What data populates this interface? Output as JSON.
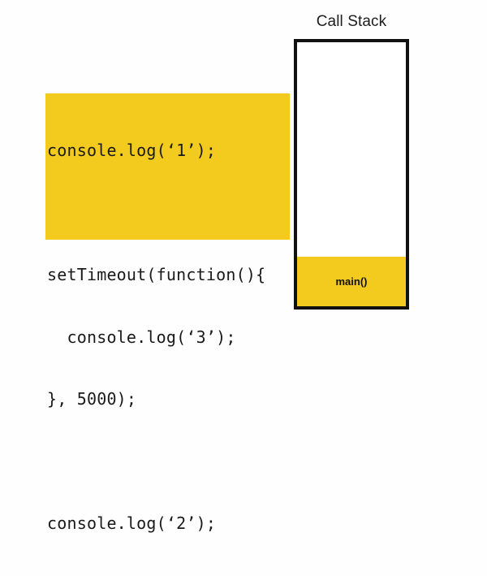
{
  "slide": {
    "background_color": "#fffeff",
    "accent_color": "#f2cb1e",
    "outline_color": "#111111"
  },
  "code_panel": {
    "name": "javascript-source-snippet",
    "background_color": "#f2cb1e",
    "lines": [
      "console.log(‘1’);",
      "",
      "setTimeout(function(){",
      "  console.log(‘3’);",
      "}, 5000);",
      "",
      "console.log(‘2’);"
    ]
  },
  "call_stack": {
    "title": "Call Stack",
    "frames": [
      {
        "label": "main()"
      }
    ]
  }
}
